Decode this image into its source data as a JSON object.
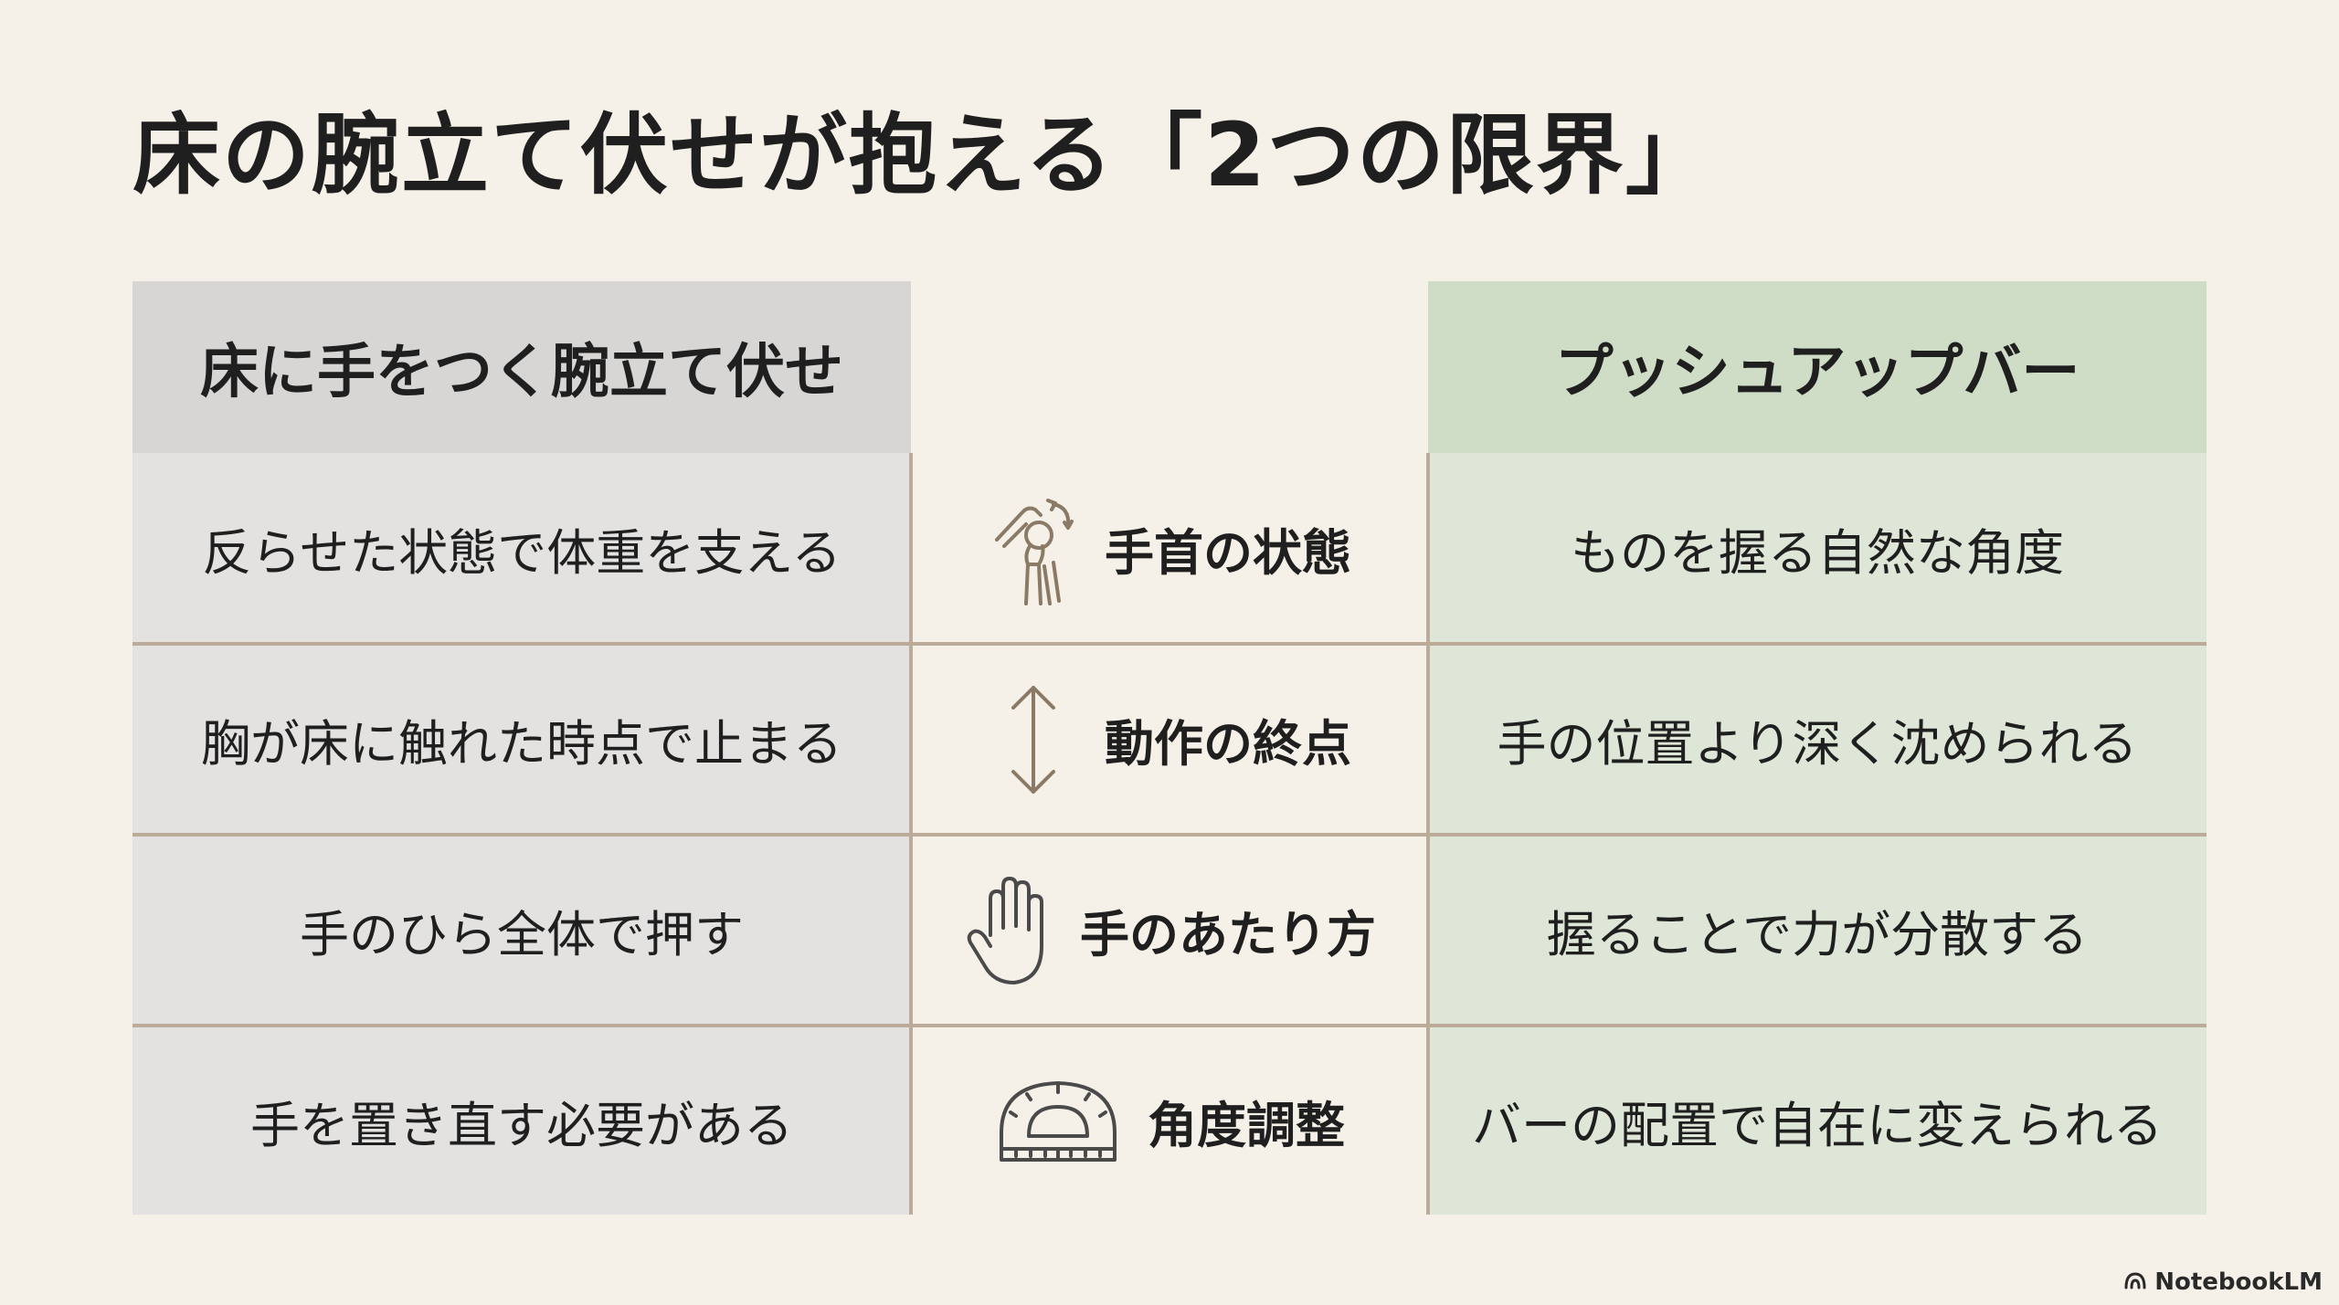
{
  "title": "床の腕立て伏せが抱える「2つの限界」",
  "columns": {
    "left_header": "床に手をつく腕立て伏せ",
    "right_header": "プッシュアップバー"
  },
  "rows": [
    {
      "left": "反らせた状態で体重を支える",
      "label": "手首の状態",
      "icon": "wrist-joint-icon",
      "right": "ものを握る自然な角度"
    },
    {
      "left": "胸が床に触れた時点で止まる",
      "label": "動作の終点",
      "icon": "vertical-arrow-icon",
      "right": "手の位置より深く沈められる"
    },
    {
      "left": "手のひら全体で押す",
      "label": "手のあたり方",
      "icon": "hand-icon",
      "right": "握ることで力が分散する"
    },
    {
      "left": "手を置き直す必要がある",
      "label": "角度調整",
      "icon": "protractor-icon",
      "right": "バーの配置で自在に変えられる"
    }
  ],
  "brand": "NotebookLM",
  "colors": {
    "background": "#f6f1e8",
    "left_column": "#e3e2e0",
    "right_column": "#dde6d7",
    "divider": "#bcab98",
    "icon": "#8a7a66"
  }
}
